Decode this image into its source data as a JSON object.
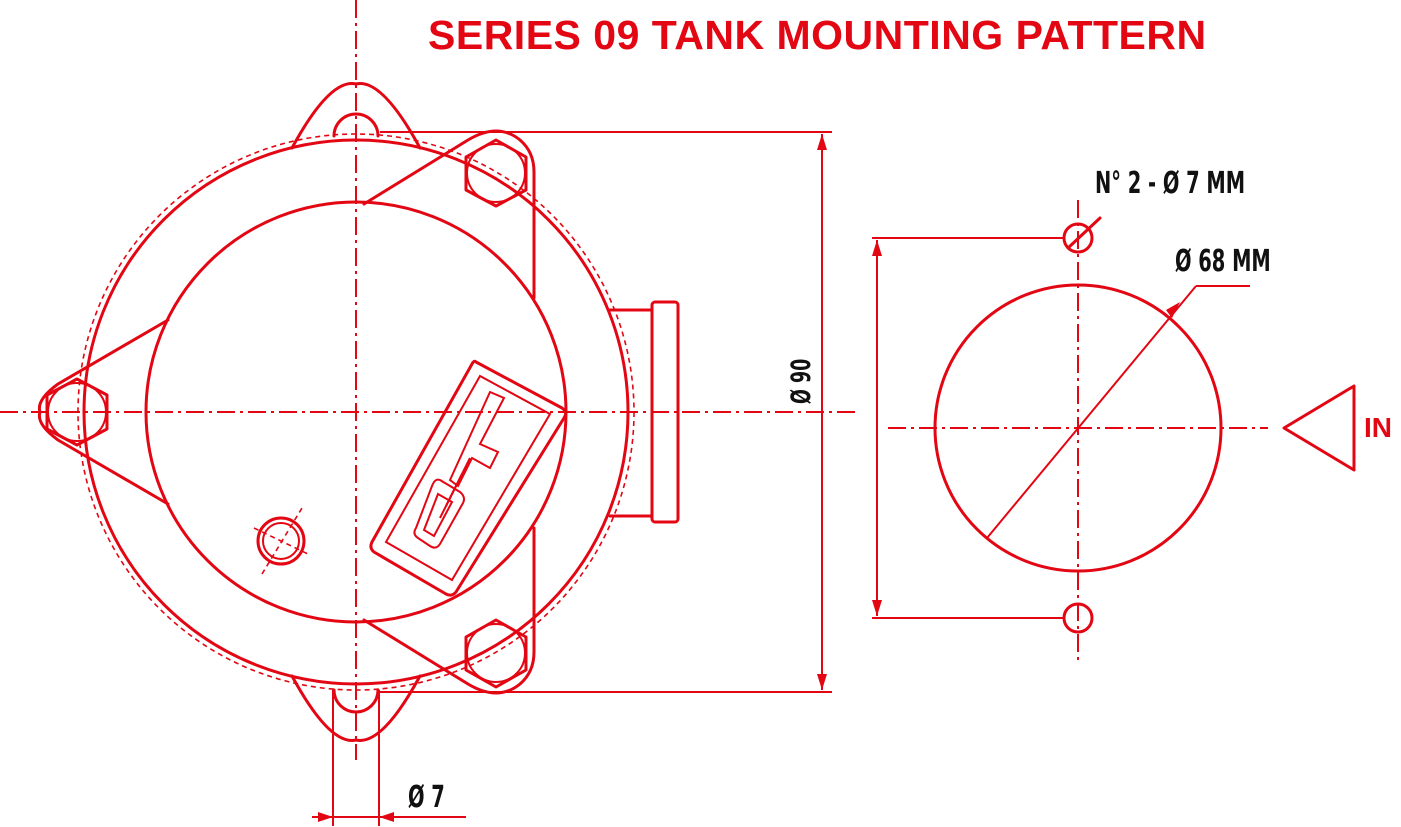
{
  "title": "SERIES 09 TANK MOUNTING PATTERN",
  "colors": {
    "accent": "#e30613",
    "text": "#111111",
    "background": "#ffffff"
  },
  "labels": {
    "holes": "N° 2 - Ø 7 MM",
    "pattern_diameter": "Ø 68 MM",
    "flange_diameter": "Ø 90",
    "lug_hole_diameter": "Ø 7",
    "inlet": "IN"
  },
  "views": [
    {
      "name": "pump-front-view",
      "description": "Series 09 pump flange with three hex-bolt lugs, logo plate and outlet port"
    },
    {
      "name": "mounting-pattern-view",
      "description": "Tank cutout Ø68 mm with two Ø7 mm holes and inlet direction arrow"
    }
  ],
  "icons": {
    "inlet_arrow": "triangle-arrow-left-icon",
    "logo": "oilt-logo-icon"
  }
}
